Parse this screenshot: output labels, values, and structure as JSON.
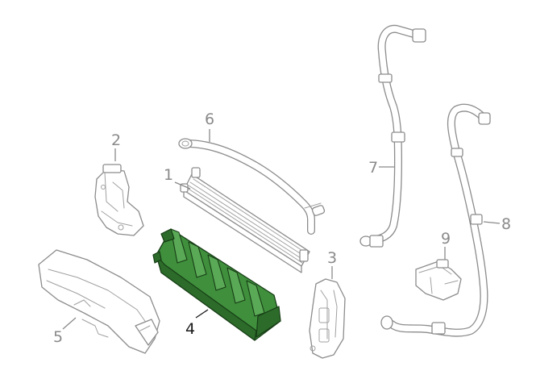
{
  "callouts": [
    {
      "id": "1",
      "label": "1",
      "highlighted": false
    },
    {
      "id": "2",
      "label": "2",
      "highlighted": false
    },
    {
      "id": "3",
      "label": "3",
      "highlighted": false
    },
    {
      "id": "4",
      "label": "4",
      "highlighted": true
    },
    {
      "id": "5",
      "label": "5",
      "highlighted": false
    },
    {
      "id": "6",
      "label": "6",
      "highlighted": false
    },
    {
      "id": "7",
      "label": "7",
      "highlighted": false
    },
    {
      "id": "8",
      "label": "8",
      "highlighted": false
    },
    {
      "id": "9",
      "label": "9",
      "highlighted": false
    }
  ],
  "colors": {
    "line_art": "#8c8c8c",
    "highlight_fill": "#3f8f3c",
    "highlight_outline": "#173d16",
    "background": "#ffffff"
  }
}
